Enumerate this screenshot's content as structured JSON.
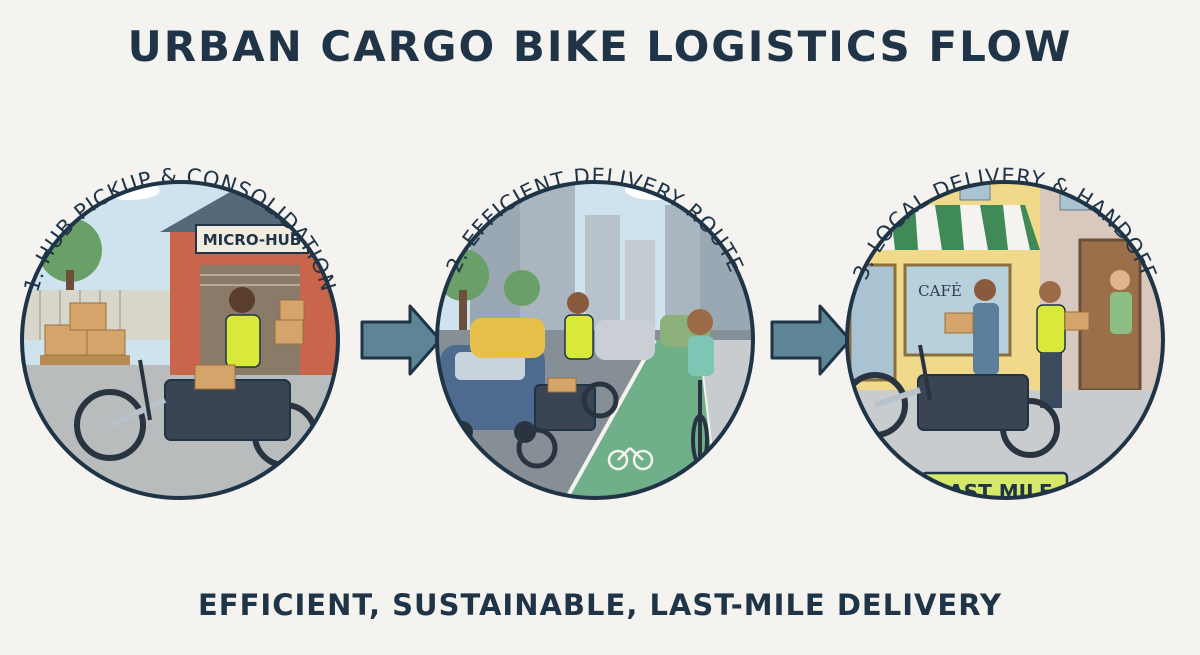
{
  "title": "URBAN CARGO BIKE LOGISTICS FLOW",
  "subtitle": "EFFICIENT, SUSTAINABLE, LAST-MILE DELIVERY",
  "steps": [
    {
      "label": "1. HUB PICKUP & CONSOLIDATION",
      "sign": "MICRO-HUB"
    },
    {
      "label": "2. EFFICIENT DELIVERY ROUTE"
    },
    {
      "label": "3. LOCAL DELIVERY & HANDOFF",
      "sign": "CAFÉ",
      "badge": "LAST MILE"
    }
  ],
  "icons": {
    "arrow1": "right-arrow-icon",
    "arrow2": "right-arrow-icon",
    "bikeLane": "bicycle-lane-icon"
  },
  "colors": {
    "ink": "#1f3447",
    "background": "#f4f3ef",
    "sky": "#cfe3ee",
    "brick": "#c8654a",
    "lane": "#6fb08a",
    "vest": "#d9e93a",
    "badge": "#d6e86a",
    "awning": "#3f8a57"
  }
}
